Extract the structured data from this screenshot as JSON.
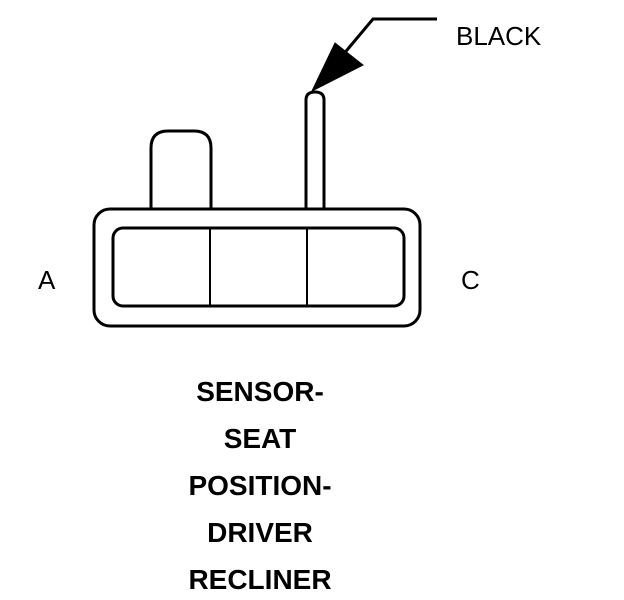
{
  "labels": {
    "wire_color": "BLACK",
    "pin_left": "A",
    "pin_right": "C"
  },
  "caption": {
    "lines": [
      "SENSOR-",
      "SEAT",
      "POSITION-",
      "DRIVER",
      "RECLINER"
    ]
  },
  "colors": {
    "line": "#000000",
    "background": "#ffffff"
  }
}
